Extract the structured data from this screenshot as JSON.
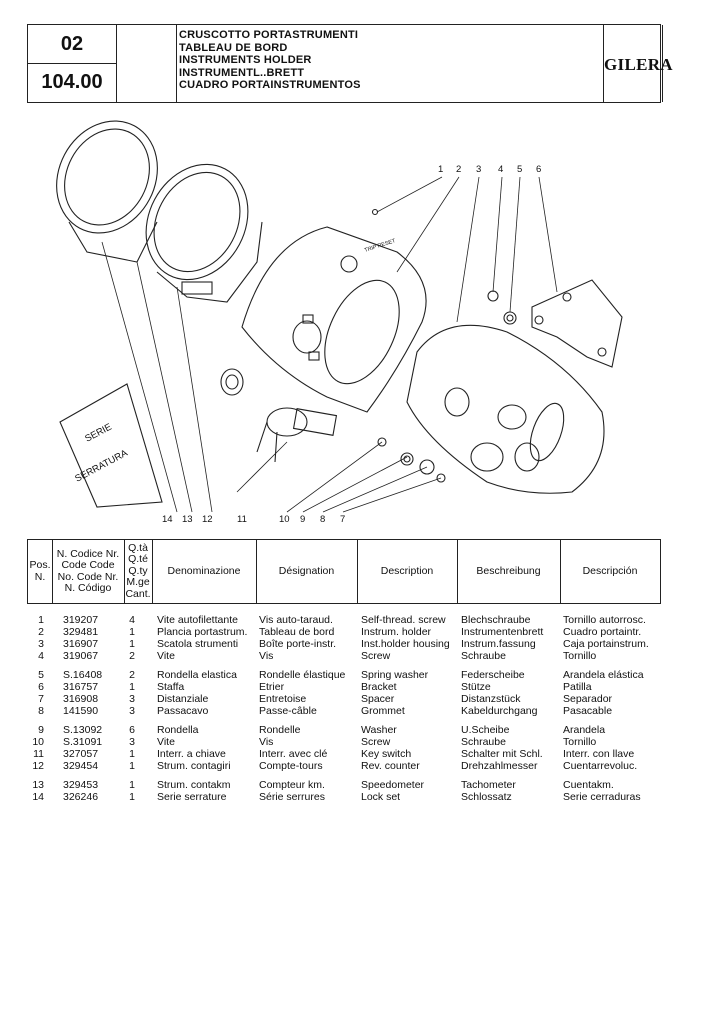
{
  "header": {
    "section": "02",
    "page": "104.00",
    "titles": [
      "CRUSCOTTO PORTASTRUMENTI",
      "TABLEAU DE BORD",
      "INSTRUMENTS HOLDER",
      "INSTRUMENTL..BRETT",
      "CUADRO PORTAINSTRUMENTOS"
    ],
    "brand": "GILERA"
  },
  "diagram": {
    "callouts_top": [
      "1",
      "2",
      "3",
      "4",
      "5",
      "6"
    ],
    "callouts_bottom": [
      "14",
      "13",
      "12",
      "11",
      "10",
      "9",
      "8",
      "7"
    ],
    "label_lockset_1": "SERIE",
    "label_lockset_2": "SERRATURA",
    "btn_trip": "TRIP RESET"
  },
  "table": {
    "headers": {
      "pos": "Pos. N.",
      "codes": "N. Codice Nr. Code Code No. Code Nr. N. Código",
      "qty": "Q.tà Q.té Q.ty M.ge Cant.",
      "it": "Denominazione",
      "fr": "Désignation",
      "en": "Description",
      "de": "Beschreibung",
      "es": "Descripción"
    },
    "rows": [
      {
        "pos": "1",
        "code": "319207",
        "qty": "4",
        "it": "Vite autofilettante",
        "fr": "Vis auto-taraud.",
        "en": "Self-thread. screw",
        "de": "Blechschraube",
        "es": "Tornillo autorrosc."
      },
      {
        "pos": "2",
        "code": "329481",
        "qty": "1",
        "it": "Plancia portastrum.",
        "fr": "Tableau de bord",
        "en": "Instrum. holder",
        "de": "Instrumentenbrett",
        "es": "Cuadro portaintr."
      },
      {
        "pos": "3",
        "code": "316907",
        "qty": "1",
        "it": "Scatola strumenti",
        "fr": "Boîte porte-instr.",
        "en": "Inst.holder housing",
        "de": "Instrum.fassung",
        "es": "Caja portainstrum."
      },
      {
        "pos": "4",
        "code": "319067",
        "qty": "2",
        "it": "Vite",
        "fr": "Vis",
        "en": "Screw",
        "de": "Schraube",
        "es": "Tornillo"
      },
      {
        "pos": "5",
        "code": "S.16408",
        "qty": "2",
        "it": "Rondella elastica",
        "fr": "Rondelle élastique",
        "en": "Spring washer",
        "de": "Federscheibe",
        "es": "Arandela elástica"
      },
      {
        "pos": "6",
        "code": "316757",
        "qty": "1",
        "it": "Staffa",
        "fr": "Etrier",
        "en": "Bracket",
        "de": "Stütze",
        "es": "Patilla"
      },
      {
        "pos": "7",
        "code": "316908",
        "qty": "3",
        "it": "Distanziale",
        "fr": "Entretoise",
        "en": "Spacer",
        "de": "Distanzstück",
        "es": "Separador"
      },
      {
        "pos": "8",
        "code": "141590",
        "qty": "3",
        "it": "Passacavo",
        "fr": "Passe-câble",
        "en": "Grommet",
        "de": "Kabeldurchgang",
        "es": "Pasacable"
      },
      {
        "pos": "9",
        "code": "S.13092",
        "qty": "6",
        "it": "Rondella",
        "fr": "Rondelle",
        "en": "Washer",
        "de": "U.Scheibe",
        "es": "Arandela"
      },
      {
        "pos": "10",
        "code": "S.31091",
        "qty": "3",
        "it": "Vite",
        "fr": "Vis",
        "en": "Screw",
        "de": "Schraube",
        "es": "Tornillo"
      },
      {
        "pos": "11",
        "code": "327057",
        "qty": "1",
        "it": "Interr. a chiave",
        "fr": "Interr. avec clé",
        "en": "Key switch",
        "de": "Schalter mit Schl.",
        "es": "Interr. con llave"
      },
      {
        "pos": "12",
        "code": "329454",
        "qty": "1",
        "it": "Strum. contagiri",
        "fr": "Compte-tours",
        "en": "Rev. counter",
        "de": "Drehzahlmesser",
        "es": "Cuentarrevoluc."
      },
      {
        "pos": "13",
        "code": "329453",
        "qty": "1",
        "it": "Strum. contakm",
        "fr": "Compteur km.",
        "en": "Speedometer",
        "de": "Tachometer",
        "es": "Cuentakm."
      },
      {
        "pos": "14",
        "code": "326246",
        "qty": "1",
        "it": "Serie serrature",
        "fr": "Série serrures",
        "en": "Lock set",
        "de": "Schlossatz",
        "es": "Serie cerraduras"
      }
    ]
  }
}
